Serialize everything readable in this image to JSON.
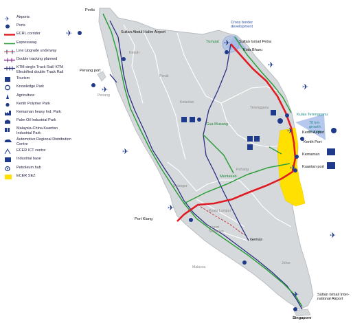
{
  "legend": {
    "items": [
      {
        "label": "Airports",
        "icon": "airplane-icon"
      },
      {
        "label": "Ports",
        "icon": "port-icon"
      },
      {
        "label": "ECRL corridor",
        "icon": "ecrl-line-icon"
      },
      {
        "label": "Expressway",
        "icon": "expressway-line-icon"
      },
      {
        "label": "Line Upgrade underway",
        "icon": "line-upgrade-icon"
      },
      {
        "label": "Double tracking planned",
        "icon": "double-tracking-icon"
      },
      {
        "label": "KTM single Track Rail/ KTM Electrified double Track Rail",
        "icon": "ktm-rail-icon"
      },
      {
        "label": "Tourism",
        "icon": "tourism-icon"
      },
      {
        "label": "Knowledge Park",
        "icon": "knowledge-park-icon"
      },
      {
        "label": "Agriculture",
        "icon": "agriculture-icon"
      },
      {
        "label": "Kertih Polymer Park",
        "icon": "polymer-park-icon"
      },
      {
        "label": "Kemaman heavy Ind. Park",
        "icon": "heavy-industry-icon"
      },
      {
        "label": "Palm Oil Industrial Park",
        "icon": "palm-oil-icon"
      },
      {
        "label": "Malaysia-China Kuantan Industrial Park",
        "icon": "industrial-park-icon"
      },
      {
        "label": "Automotive Regional Distribution Centre",
        "icon": "automotive-icon"
      },
      {
        "label": "ECER ICT centre",
        "icon": "ict-centre-icon"
      },
      {
        "label": "Industrial base",
        "icon": "industrial-base-icon"
      },
      {
        "label": "Petroleum hub",
        "icon": "petroleum-hub-icon"
      },
      {
        "label": "ECER SEZ",
        "icon": "sez-area-icon"
      }
    ]
  },
  "places": {
    "perlis": "Perlis",
    "sultan_abdul_halim_airport": "Sultan Abdul Halim Airport",
    "kedah": "Kedah",
    "penang_port": "Penang port",
    "penang": "Penang",
    "perak": "Perak",
    "kelantan": "Kelantan",
    "tumpat": "Tumpat",
    "cross_border": "Cross border development",
    "sultan_ismail_petra": "Sultan Ismail Petra",
    "kota_bharu": "Kota Bharu",
    "terengganu": "Terengganu",
    "kuala_terengganu": "Kuala Terengganu",
    "growth_triangle": "70 km growth triangle",
    "gua_musang": "Gua Musang",
    "kertih_airport": "Kertih Airport",
    "kertih_port": "Kertih Port",
    "kemaman": "Kemaman",
    "kuantan_port": "Kuantan port",
    "pahang": "Pahang",
    "mentakab": "Mentakab",
    "selangor": "Selangor",
    "port_klang": "Port Klang",
    "kuala_lumpur": "Kuala Lumpur",
    "negeri_sembilan": "Negeri Sembilan",
    "gemas": "Gemas",
    "malacca": "Malacca",
    "johor": "Johor",
    "sultan_ismail_airport": "Sultan Ismail Inter-national Airport",
    "singapore": "Singapore"
  },
  "colors": {
    "land": "#d6d9dc",
    "land_border": "#b8bcc0",
    "ecrl": "#e01b24",
    "expressway": "#2e9e3c",
    "ktm_rail": "#2a2f80",
    "icon_blue": "#1f3a8a",
    "sez": "#ffe000",
    "beam": "#9fb6e8"
  }
}
